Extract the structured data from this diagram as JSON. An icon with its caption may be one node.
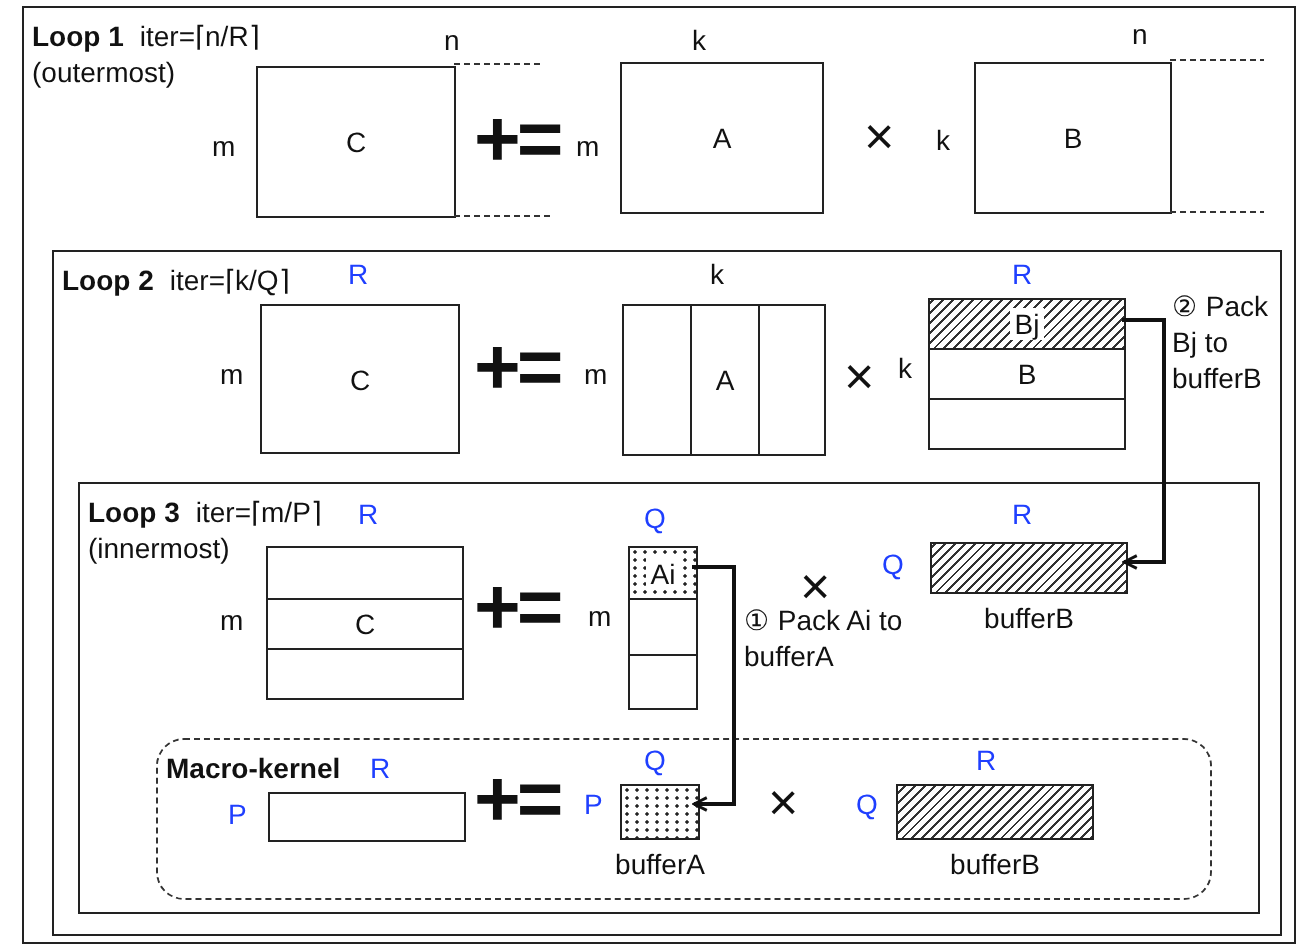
{
  "diagram": {
    "nodes": [
      {
        "text": [
          "Loop 1",
          "iter=⌈n/R⌉",
          "(outermost)"
        ]
      },
      {
        "text": [
          "C"
        ],
        "in": 0
      },
      {
        "text": [
          "A"
        ],
        "in": 0
      },
      {
        "text": [
          "B"
        ],
        "in": 0
      },
      {
        "text": [
          "Loop 2",
          "iter=⌈k/Q⌉"
        ],
        "in": 0
      },
      {
        "text": [
          "C"
        ],
        "in": 4
      },
      {
        "text": [],
        "shape": "box",
        "in": 4
      },
      {
        "text": [
          "A"
        ],
        "in": 4
      },
      {
        "text": [],
        "shape": "box",
        "in": 4
      },
      {
        "text": [
          "Bj"
        ],
        "in": 4
      },
      {
        "text": [
          "B"
        ],
        "in": 4
      },
      {
        "text": [],
        "shape": "box",
        "in": 4
      },
      {
        "text": [
          "Loop 3",
          "iter=⌈m/P⌉",
          "(innermost)"
        ],
        "in": 4
      },
      {
        "text": [],
        "shape": "box",
        "in": 12
      },
      {
        "text": [
          "C"
        ],
        "in": 12
      },
      {
        "text": [],
        "shape": "box",
        "in": 12
      },
      {
        "text": [
          "Ai"
        ],
        "in": 12
      },
      {
        "text": [],
        "shape": "box",
        "in": 12
      },
      {
        "text": [],
        "shape": "box",
        "in": 12
      },
      {
        "text": [],
        "shape": "box",
        "in": 12,
        "beside": [
          "bufferB"
        ]
      },
      {
        "text": [
          "Macro-kernel"
        ],
        "in": 12
      },
      {
        "text": [],
        "shape": "box",
        "in": 20
      },
      {
        "text": [],
        "shape": "box",
        "in": 20,
        "beside": [
          "bufferA"
        ]
      },
      {
        "text": [],
        "shape": "box",
        "in": 20,
        "beside": [
          "bufferB"
        ]
      }
    ],
    "edges": [
      {
        "from": 9,
        "to": 19,
        "arrow": "to",
        "label": "② Pack Bj to bufferB"
      },
      {
        "from": 16,
        "to": 22,
        "arrow": "to",
        "label": "① Pack Ai to bufferA"
      }
    ],
    "labels": [
      "n",
      "k",
      "n",
      "m",
      "+=",
      "m",
      "×",
      "k",
      "R",
      "k",
      "R",
      "m",
      "+=",
      "m",
      "×",
      "k",
      "R",
      "Q",
      "R",
      "Q",
      "m",
      "+=",
      "m",
      "×",
      "R",
      "Q",
      "R",
      "P",
      "+=",
      "P",
      "×",
      "Q"
    ]
  }
}
